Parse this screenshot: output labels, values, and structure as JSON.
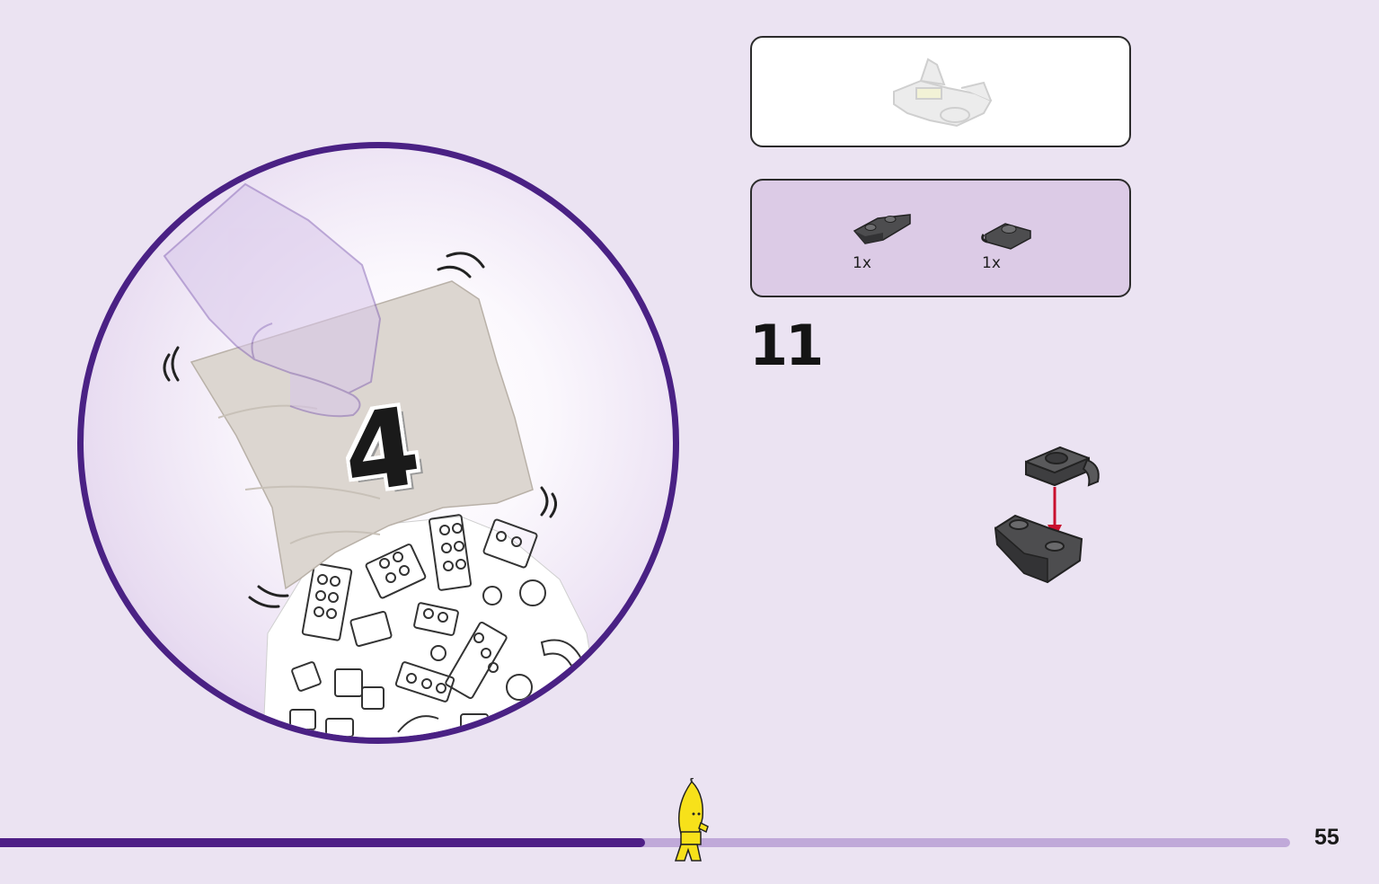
{
  "bag": {
    "number": "4"
  },
  "step": {
    "number": "11"
  },
  "parts": [
    {
      "name": "curved-slope-plate",
      "quantity": "1x"
    },
    {
      "name": "plate-with-clip",
      "quantity": "1x"
    }
  ],
  "page": {
    "number": "55"
  },
  "progress": {
    "fraction": 0.5
  },
  "colors": {
    "background": "#ebe3f2",
    "accent": "#4a2184",
    "parts_box": "#dccbe6",
    "arrow": "#c8102e",
    "brick": "#5a5a5c"
  }
}
